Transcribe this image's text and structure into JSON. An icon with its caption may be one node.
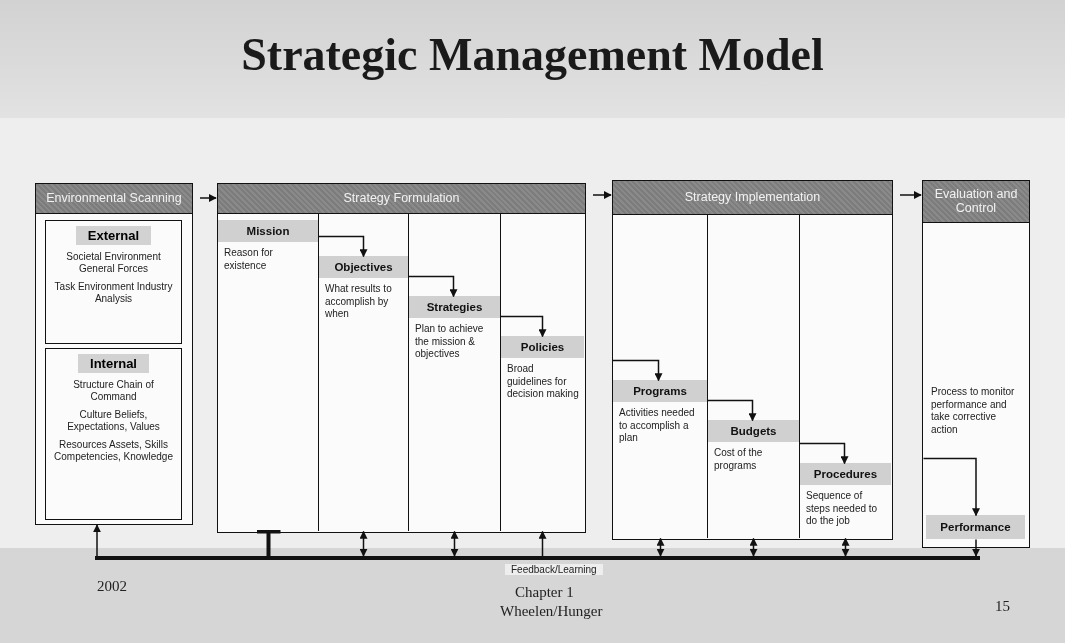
{
  "diagram": {
    "title": "Strategic Management Model",
    "nodes": [
      {
        "text": [
          "Environmental Scanning"
        ]
      },
      {
        "text": [
          "External",
          "Societal Environment General Forces",
          "Task Environment Industry Analysis"
        ],
        "in": 0
      },
      {
        "text": [
          "Internal",
          "Structure Chain of Command",
          "Culture Beliefs, Expectations, Values",
          "Resources Assets, Skills Competencies, Knowledge"
        ],
        "in": 0
      },
      {
        "text": [
          "Strategy Formulation"
        ]
      },
      {
        "text": [
          "Mission",
          "Reason for existence"
        ],
        "in": 3
      },
      {
        "text": [
          "Objectives",
          "What results to accomplish by when"
        ],
        "in": 3
      },
      {
        "text": [
          "Strategies",
          "Plan to achieve the mission & objectives"
        ],
        "in": 3
      },
      {
        "text": [
          "Policies",
          "Broad guidelines for decision making"
        ],
        "in": 3
      },
      {
        "text": [
          "Strategy Implementation"
        ]
      },
      {
        "text": [
          "Programs",
          "Activities needed to accomplish a plan"
        ],
        "in": 8
      },
      {
        "text": [
          "Budgets",
          "Cost of the programs"
        ],
        "in": 8
      },
      {
        "text": [
          "Procedures",
          "Sequence of steps needed to do the job"
        ],
        "in": 8
      },
      {
        "text": [
          "Evaluation and Control"
        ]
      },
      {
        "text": [
          "Process to monitor performance and take corrective action"
        ],
        "in": 12
      },
      {
        "text": [
          "Performance"
        ],
        "in": 12
      },
      {
        "text": [],
        "shape": "bar",
        "beside": [
          "Feedback/Learning"
        ]
      }
    ],
    "edges": [
      {
        "from": 0,
        "to": 3,
        "arrow": "to"
      },
      {
        "from": 3,
        "to": 8,
        "arrow": "to"
      },
      {
        "from": 8,
        "to": 12,
        "arrow": "to"
      },
      {
        "from": 4,
        "to": 5,
        "arrow": "to"
      },
      {
        "from": 5,
        "to": 6,
        "arrow": "to"
      },
      {
        "from": 6,
        "to": 7,
        "arrow": "to"
      },
      {
        "from": null,
        "to": 9,
        "arrow": "to"
      },
      {
        "from": 9,
        "to": 10,
        "arrow": "to"
      },
      {
        "from": 10,
        "to": 11,
        "arrow": "to"
      },
      {
        "from": 13,
        "to": 14,
        "arrow": "to"
      },
      {
        "from": 14,
        "to": 15,
        "arrow": "to"
      },
      {
        "from": 15,
        "to": 0,
        "arrow": "to"
      },
      {
        "from": 15,
        "to": 4,
        "arrow": "other",
        "style": "thick"
      },
      {
        "from": 15,
        "to": 5,
        "arrow": "both"
      },
      {
        "from": 15,
        "to": 6,
        "arrow": "both"
      },
      {
        "from": 15,
        "to": 7,
        "arrow": "to"
      },
      {
        "from": 15,
        "to": 9,
        "arrow": "both"
      },
      {
        "from": 15,
        "to": 10,
        "arrow": "both"
      },
      {
        "from": 15,
        "to": 11,
        "arrow": "both"
      }
    ],
    "labels": [
      "2002",
      "Chapter 1",
      "Wheelen/Hunger",
      "15"
    ]
  }
}
